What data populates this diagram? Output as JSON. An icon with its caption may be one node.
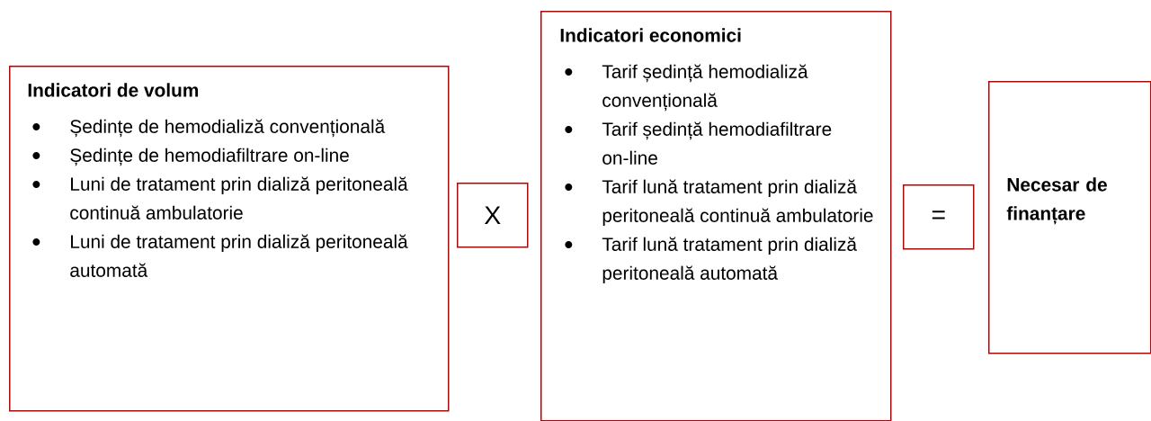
{
  "diagram": {
    "nodes": [
      {
        "text": [
          "Indicatori de volum",
          "Ședințe de hemodializă convențională",
          "Ședințe de hemodiafiltrare on-line",
          "Luni de tratament prin dializă peritoneală continuă ambulatorie",
          "Luni de tratament prin dializă peritoneală automată"
        ]
      },
      {
        "text": [
          "X"
        ]
      },
      {
        "text": [
          "Indicatori economici",
          "Tarif ședință hemodializă convențională",
          "Tarif ședință hemodiafiltrare on-line",
          "Tarif lună tratament prin dializă peritoneală continuă ambulatorie",
          "Tarif lună tratament prin dializă peritoneală automată"
        ]
      },
      {
        "text": [
          "="
        ]
      },
      {
        "text": [
          "Necesar de finanțare"
        ]
      }
    ]
  }
}
